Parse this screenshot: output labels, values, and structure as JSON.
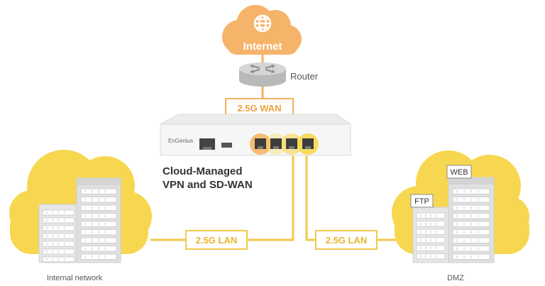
{
  "internet": {
    "label": "Internet"
  },
  "router": {
    "label": "Router"
  },
  "wan_link": {
    "label": "2.5G WAN"
  },
  "device": {
    "brand": "EnGenius",
    "title_line1": "Cloud-Managed",
    "title_line2": "VPN and SD-WAN"
  },
  "lan_links": [
    {
      "label": "2.5G LAN"
    },
    {
      "label": "2.5G LAN"
    }
  ],
  "internal_network": {
    "label": "Internal network"
  },
  "dmz": {
    "label": "DMZ",
    "servers": [
      {
        "label": "WEB"
      },
      {
        "label": "FTP"
      }
    ]
  },
  "colors": {
    "orange": "#f5b15c",
    "cloud_orange": "#f6b46a",
    "yellow": "#f7d74f",
    "line_yellow": "#f2c84b",
    "rack_gray": "#e3e3e3",
    "device_body": "#f4f4f4",
    "text_dark": "#333333"
  }
}
